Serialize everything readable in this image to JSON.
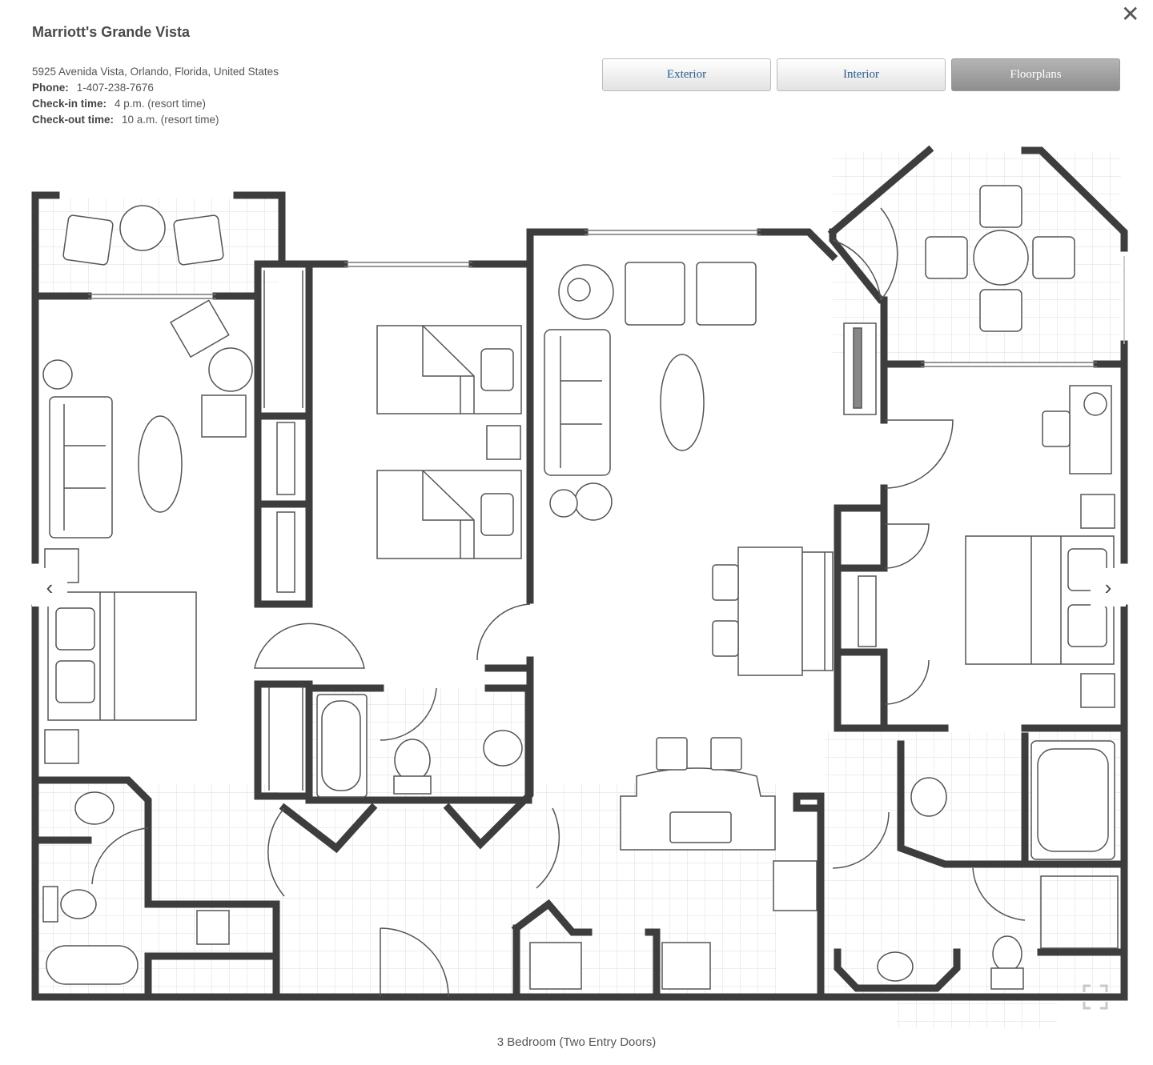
{
  "header": {
    "title": "Marriott's Grande Vista",
    "address": "5925 Avenida Vista, Orlando, Florida, United States",
    "phone_label": "Phone:",
    "phone": "1-407-238-7676",
    "checkin_label": "Check-in time:",
    "checkin": "4 p.m. (resort time)",
    "checkout_label": "Check-out time:",
    "checkout": "10 a.m. (resort time)",
    "close_glyph": "✕"
  },
  "tabs": [
    {
      "label": "Exterior",
      "active": false
    },
    {
      "label": "Interior",
      "active": false
    },
    {
      "label": "Floorplans",
      "active": true
    }
  ],
  "viewer": {
    "prev_glyph": "‹",
    "next_glyph": "›",
    "caption": "3 Bedroom (Two Entry Doors)",
    "fullscreen_icon": "expand-icon"
  },
  "colors": {
    "wall": "#3d3d3d",
    "tab_text": "#2a5d8f",
    "tab_active": "#9a9a9a"
  }
}
